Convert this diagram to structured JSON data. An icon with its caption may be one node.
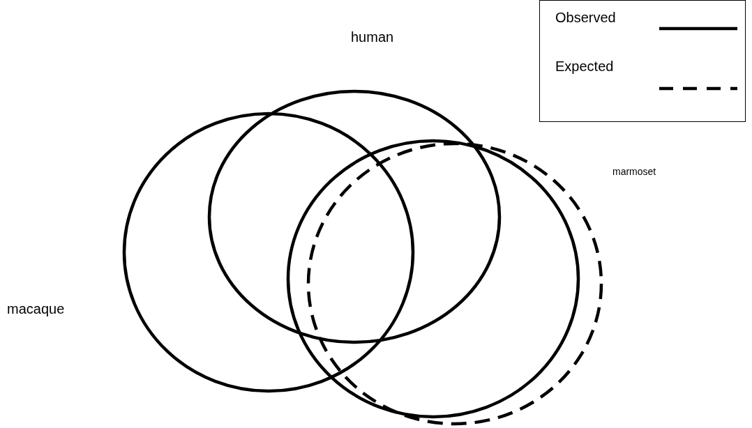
{
  "diagram": {
    "nodes": [
      {
        "text": [
          "human"
        ]
      },
      {
        "text": [
          "macaque"
        ]
      },
      {
        "text": [],
        "shape": "circle"
      },
      {
        "text": [],
        "shape": "circle"
      }
    ],
    "labels": [
      "marmoset"
    ],
    "legend": [
      {
        "text": "Observed"
      },
      {
        "text": "Expected"
      }
    ]
  }
}
